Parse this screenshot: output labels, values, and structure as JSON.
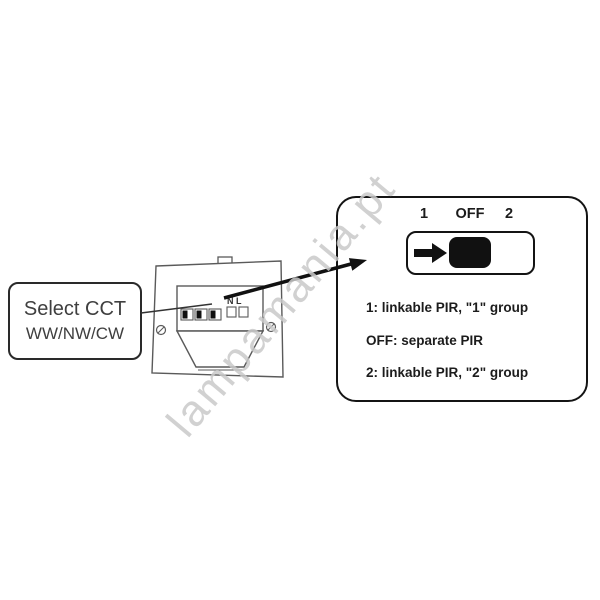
{
  "watermark": {
    "text": "lampamania.pt"
  },
  "cct_callout": {
    "title": "Select CCT",
    "options": "WW/NW/CW"
  },
  "device": {
    "terminal_label": "N L"
  },
  "switch_panel": {
    "position_labels": [
      "1",
      "OFF",
      "2"
    ],
    "descriptions": [
      "1: linkable PIR, \"1\" group",
      "OFF: separate PIR",
      "2: linkable PIR, \"2\" group"
    ]
  },
  "colors": {
    "ink": "#141414",
    "device_outline": "#5a5a5a",
    "switch_knob": "#111111",
    "watermark": "#c9c9c9"
  }
}
